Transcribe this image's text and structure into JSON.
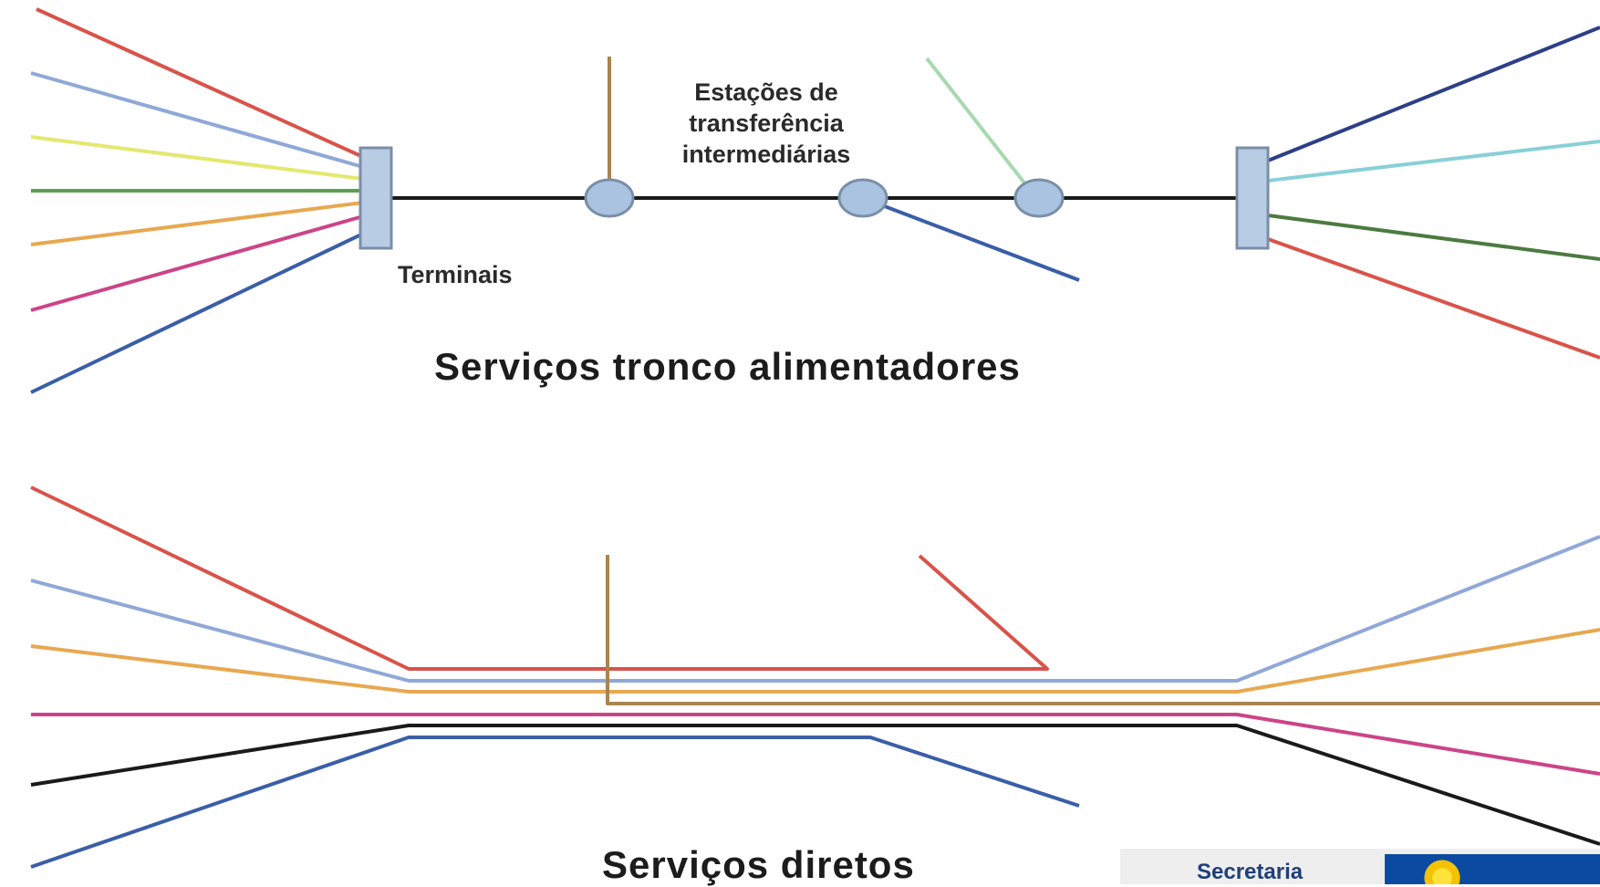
{
  "labels": {
    "stations": [
      "Estações de",
      "transferência",
      "intermediárias"
    ],
    "terminals": "Terminais",
    "trunk_title": "Serviços tronco alimentadores",
    "direct_title": "Serviços diretos"
  },
  "logo": {
    "text": "Secretaria"
  },
  "colors": {
    "red": "#d9534a",
    "light_blue": "#8fa8d8",
    "yellow": "#e4e86e",
    "green": "#5aa050",
    "orange": "#e8a850",
    "magenta": "#cc4488",
    "dark_blue": "#3a5ea8",
    "navy": "#2c3f88",
    "cyan": "#88d0d8",
    "dark_green": "#4c7a40",
    "brown": "#a88450",
    "mint": "#a8d8b0",
    "black": "#1a1a1a",
    "terminal_fill": "#b8cde4",
    "terminal_stroke": "#7a8ea8"
  }
}
